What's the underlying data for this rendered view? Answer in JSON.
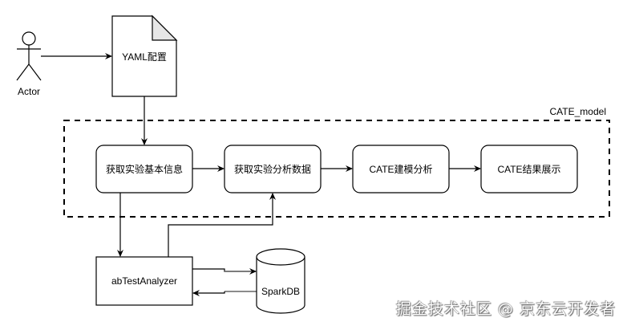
{
  "diagram": {
    "actor": {
      "label": "Actor"
    },
    "config_doc": {
      "label": "YAML配置"
    },
    "group": {
      "label": "CATE_model"
    },
    "steps": [
      {
        "label": "获取实验基本信息"
      },
      {
        "label": "获取实验分析数据"
      },
      {
        "label": "CATE建模分析"
      },
      {
        "label": "CATE结果展示"
      }
    ],
    "analyzer": {
      "label": "abTestAnalyzer"
    },
    "database": {
      "label": "SparkDB"
    }
  },
  "watermark": {
    "text": "掘金技术社区 @ 京东云开发者"
  },
  "colors": {
    "stroke": "#000000",
    "fold": "#e6e6e6",
    "db_link": "#666666"
  }
}
